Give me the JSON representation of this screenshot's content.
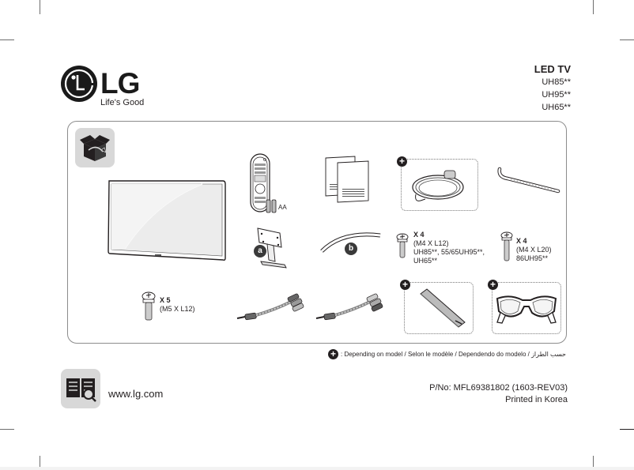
{
  "brand": {
    "name": "LG",
    "tagline": "Life's Good"
  },
  "product": {
    "title": "LED TV",
    "models": [
      "UH85**",
      "UH95**",
      "UH65**"
    ]
  },
  "contents": {
    "remote_batteries_label": "AA",
    "stand_parts": {
      "part_a_label": "a",
      "part_b_label": "b"
    },
    "screws": [
      {
        "qty": "X 5",
        "spec": "(M5 X L12)",
        "models": ""
      },
      {
        "qty": "X 4",
        "spec": "(M4 X L12)",
        "models": "UH85**, 55/65UH95**,",
        "models2": "UH65**"
      },
      {
        "qty": "X 4",
        "spec": "(M4 X L20)",
        "models": "86UH95**"
      }
    ],
    "optional_marker": "+"
  },
  "legend": {
    "icon": "+",
    "text": ": Depending on model / Selon le modèle / Dependendo do modelo / حسب الطراز"
  },
  "footer": {
    "url": "www.lg.com",
    "part_number": "P/No: MFL69381802 (1603-REV03)",
    "printed": "Printed in Korea"
  },
  "colors": {
    "ink": "#231f20",
    "tile_bg": "#d8d8d8",
    "border": "#8c8c8c"
  }
}
